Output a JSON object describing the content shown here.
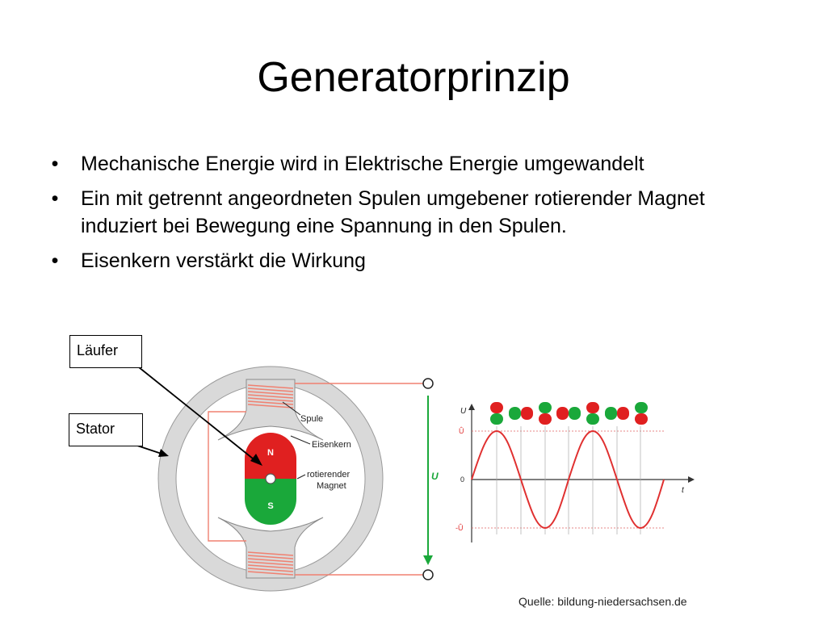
{
  "slide": {
    "title": "Generatorprinzip",
    "bullets": [
      "Mechanische Energie wird in Elektrische Energie umgewandelt",
      "Ein mit getrennt angeordneten Spulen umgebener rotierender Magnet induziert bei Bewegung eine Spannung in den Spulen.",
      "Eisenkern verstärkt die Wirkung"
    ],
    "bullet_symbol": "•"
  },
  "callouts": {
    "laeufer": "Läufer",
    "stator": "Stator"
  },
  "generator": {
    "labels": {
      "spule": "Spule",
      "eisenkern": "Eisenkern",
      "magnet_line1": "rotierender",
      "magnet_line2": "Magnet",
      "north": "N",
      "south": "S",
      "voltage": "U"
    },
    "colors": {
      "ring": "#d9d9d9",
      "coil": "#f08070",
      "north": "#e02020",
      "south": "#1aa83a",
      "voltage_arrow": "#1aa83a"
    }
  },
  "graph": {
    "y_axis": "U",
    "x_axis": "t",
    "ticks": {
      "u_max": "Û",
      "zero": "0",
      "u_min": "-Û"
    },
    "curve_color": "#e03030"
  },
  "source": "Quelle: bildung-niedersachsen.de"
}
